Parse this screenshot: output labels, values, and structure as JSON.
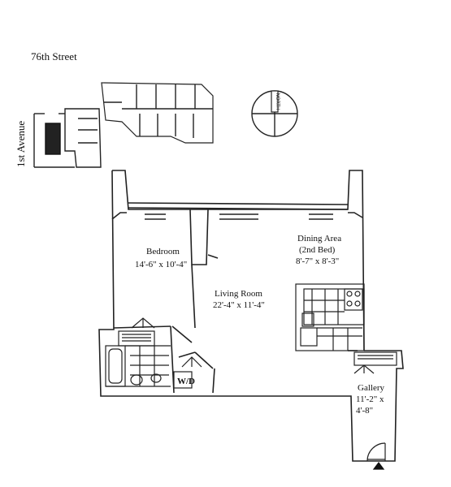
{
  "streets": {
    "top": "76th Street",
    "side": "1st Avenue"
  },
  "compass": {
    "label": "NORTH"
  },
  "rooms": {
    "bedroom": {
      "name": "Bedroom",
      "dims": "14'-6\" x 10'-4\""
    },
    "living": {
      "name": "Living Room",
      "dims": "22'-4\" x 11'-4\""
    },
    "dining": {
      "name": "Dining Area",
      "sub": "(2nd Bed)",
      "dims": "8'-7\" x 8'-3\""
    },
    "gallery": {
      "name": "Gallery",
      "dims_a": "11'-2\" x",
      "dims_b": "4'-8\""
    }
  },
  "fixtures": {
    "washer_dryer": "W/D"
  }
}
